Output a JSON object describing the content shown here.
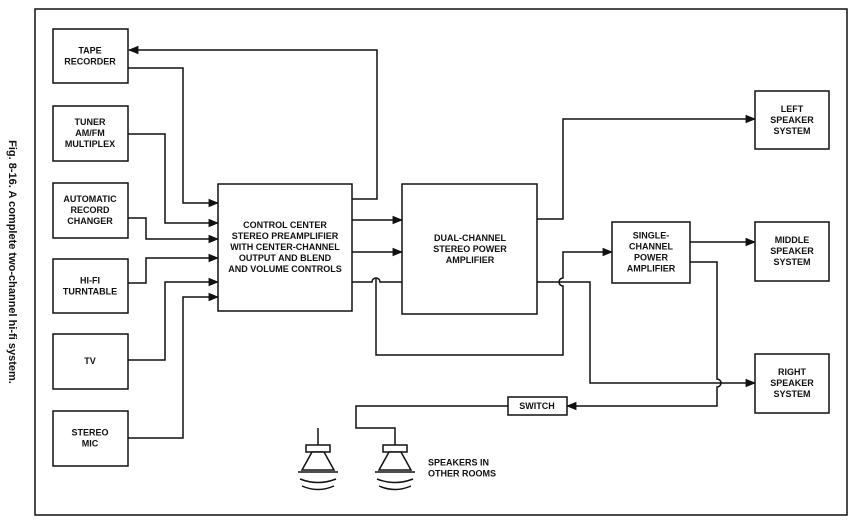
{
  "caption": "Fig. 8-16. A complete two-channel hi-fi system.",
  "sources": [
    {
      "lines": [
        "TAPE",
        "RECORDER"
      ]
    },
    {
      "lines": [
        "TUNER",
        "AM/FM",
        "MULTIPLEX"
      ]
    },
    {
      "lines": [
        "AUTOMATIC",
        "RECORD",
        "CHANGER"
      ]
    },
    {
      "lines": [
        "HI-FI",
        "TURNTABLE"
      ]
    },
    {
      "lines": [
        "TV"
      ]
    },
    {
      "lines": [
        "STEREO",
        "MIC"
      ]
    }
  ],
  "preamp": {
    "lines": [
      "CONTROL CENTER",
      "STEREO PREAMPLIFIER",
      "WITH CENTER-CHANNEL",
      "OUTPUT AND BLEND",
      "AND VOLUME CONTROLS"
    ]
  },
  "power_amp": {
    "lines": [
      "DUAL-CHANNEL",
      "STEREO POWER",
      "AMPLIFIER"
    ]
  },
  "single_amp": {
    "lines": [
      "SINGLE-",
      "CHANNEL",
      "POWER",
      "AMPLIFIER"
    ]
  },
  "speakers": [
    {
      "lines": [
        "LEFT",
        "SPEAKER",
        "SYSTEM"
      ]
    },
    {
      "lines": [
        "MIDDLE",
        "SPEAKER",
        "SYSTEM"
      ]
    },
    {
      "lines": [
        "RIGHT",
        "SPEAKER",
        "SYSTEM"
      ]
    }
  ],
  "switch": {
    "label": "SWITCH"
  },
  "room_speakers": {
    "lines": [
      "SPEAKERS IN",
      "OTHER ROOMS"
    ]
  }
}
